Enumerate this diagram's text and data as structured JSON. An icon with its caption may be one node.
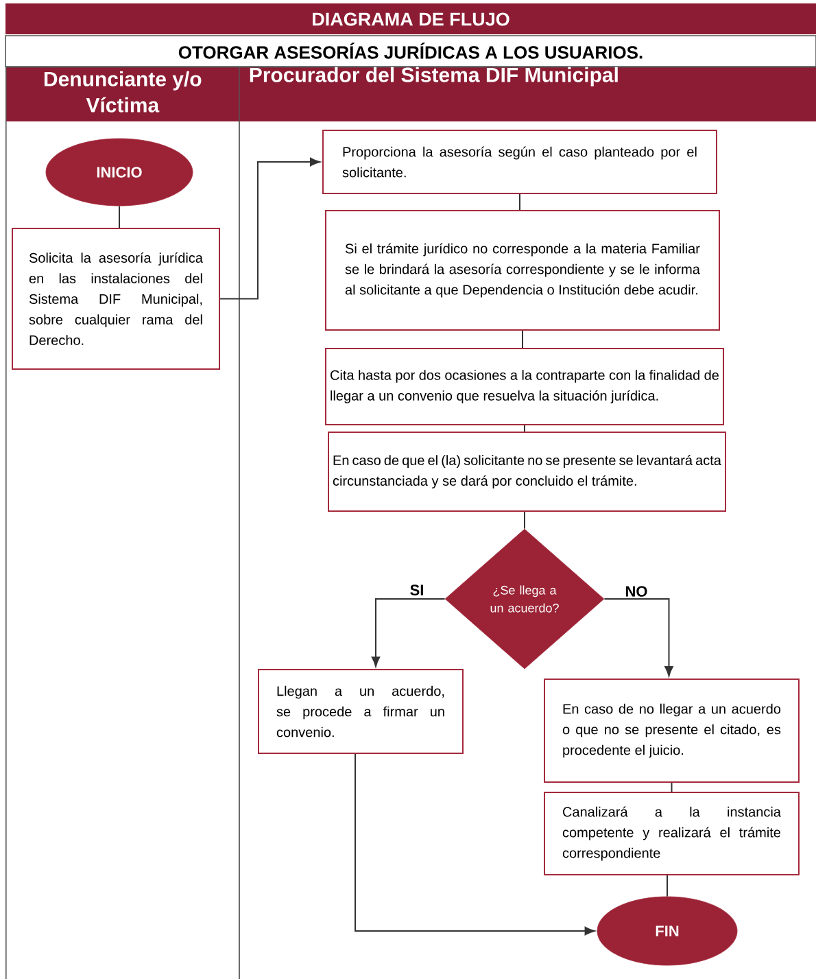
{
  "diagram": {
    "title": "DIAGRAMA DE FLUJO",
    "nodes": [
      {
        "text": [
          "Denunciante y/o Víctima"
        ]
      },
      {
        "text": [
          "Procurador del Sistema DIF Municipal"
        ]
      },
      {
        "text": [
          "INICIO"
        ],
        "in": 0
      },
      {
        "text": [
          "Solicita la asesoría jurídica en las instalaciones del Sistema DIF Municipal, sobre cualquier rama del Derecho."
        ],
        "in": 0
      },
      {
        "text": [
          "Proporciona la asesoría según el caso planteado por el solicitante."
        ],
        "in": 1
      },
      {
        "text": [
          "Si el trámite jurídico no corresponde a la materia Familiar se le brindará la asesoría correspondiente y se le informa al solicitante a que Dependencia o Institución debe acudir."
        ],
        "in": 1
      },
      {
        "text": [
          "Cita hasta por dos ocasiones a la contraparte con la finalidad de llegar a un convenio que resuelva la situación jurídica."
        ],
        "in": 1
      },
      {
        "text": [
          "En caso de que el (la) solicitante no se presente se levantará acta circunstanciada y se dará por concluido el trámite."
        ],
        "in": 1
      },
      {
        "text": [
          "¿Se llega a un acuerdo?"
        ],
        "in": 1
      },
      {
        "text": [
          "Llegan a un acuerdo, se procede a firmar un convenio."
        ],
        "in": 1
      },
      {
        "text": [
          "En caso de no llegar a un acuerdo o que no se presente el citado, es procedente el juicio."
        ],
        "in": 1
      },
      {
        "text": [
          "Canalizará a la instancia competente y realizará el trámite correspondiente"
        ],
        "in": 1
      },
      {
        "text": [
          "FIN"
        ],
        "in": 1
      }
    ],
    "edges": [
      {
        "from": 2,
        "to": 3,
        "arrow": "none"
      },
      {
        "from": 3,
        "to": 4,
        "arrow": "to"
      },
      {
        "from": 4,
        "to": 5,
        "arrow": "none"
      },
      {
        "from": 5,
        "to": 6,
        "arrow": "none"
      },
      {
        "from": 6,
        "to": 7,
        "arrow": "none"
      },
      {
        "from": 7,
        "to": 8,
        "arrow": "none"
      },
      {
        "from": 8,
        "to": 9,
        "arrow": "to",
        "label": "SI"
      },
      {
        "from": 8,
        "to": 10,
        "arrow": "to",
        "label": "NO"
      },
      {
        "from": 10,
        "to": 11,
        "arrow": "none"
      },
      {
        "from": 11,
        "to": 12,
        "arrow": "none"
      },
      {
        "from": 9,
        "to": 12,
        "arrow": "to"
      }
    ],
    "labels": [
      "OTORGAR ASESORÍAS JURÍDICAS A LOS USUARIOS."
    ]
  }
}
